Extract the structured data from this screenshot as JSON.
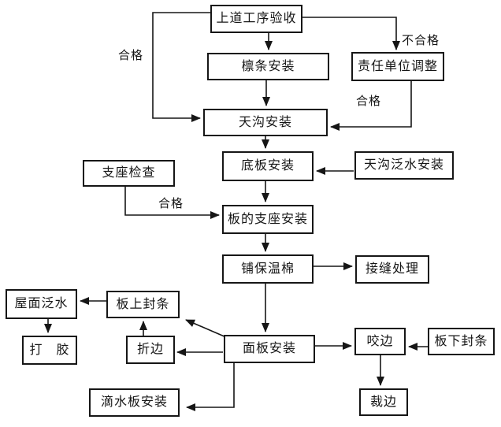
{
  "diagram": {
    "type": "flowchart",
    "language": "zh-CN",
    "background_color": "#ffffff",
    "line_color": "#161616",
    "nodes": {
      "previous_process_acceptance": {
        "label": "上道工序验收"
      },
      "purlin_installation": {
        "label": "檩条安装"
      },
      "responsible_unit_adjustment": {
        "label": "责任单位调整"
      },
      "gutter_installation": {
        "label": "天沟安装"
      },
      "bottom_board_installation": {
        "label": "底板安装"
      },
      "gutter_flashing_installation": {
        "label": "天沟泛水安装"
      },
      "support_check": {
        "label": "支座检查"
      },
      "board_support_installation": {
        "label": "板的支座安装"
      },
      "insulation_laying": {
        "label": "铺保温棉"
      },
      "seam_treatment": {
        "label": "接缝处理"
      },
      "roof_flashing": {
        "label": "屋面泛水"
      },
      "seal_strip_on_board": {
        "label": "板上封条"
      },
      "glue_application": {
        "label": "打　胶"
      },
      "edge_folding": {
        "label": "折边"
      },
      "panel_installation": {
        "label": "面板安装"
      },
      "edge_biting": {
        "label": "咬边"
      },
      "seal_strip_under_board": {
        "label": "板下封条"
      },
      "edge_trimming": {
        "label": "裁边"
      },
      "drip_board_installation": {
        "label": "滴水板安装"
      }
    },
    "edge_labels": {
      "qualified_top_left": "合格",
      "unqualified_top_right": "不合格",
      "qualified_right": "合格",
      "qualified_support": "合格"
    },
    "edges": [
      {
        "from": "previous_process_acceptance",
        "to": "purlin_installation",
        "label": ""
      },
      {
        "from": "previous_process_acceptance",
        "to": "responsible_unit_adjustment",
        "label": "不合格"
      },
      {
        "from": "previous_process_acceptance",
        "to": "gutter_installation",
        "label": "合格"
      },
      {
        "from": "purlin_installation",
        "to": "gutter_installation",
        "label": ""
      },
      {
        "from": "responsible_unit_adjustment",
        "to": "gutter_installation",
        "label": "合格"
      },
      {
        "from": "gutter_installation",
        "to": "bottom_board_installation",
        "label": ""
      },
      {
        "from": "gutter_flashing_installation",
        "to": "bottom_board_installation",
        "label": ""
      },
      {
        "from": "bottom_board_installation",
        "to": "board_support_installation",
        "label": ""
      },
      {
        "from": "support_check",
        "to": "board_support_installation",
        "label": "合格"
      },
      {
        "from": "board_support_installation",
        "to": "insulation_laying",
        "label": ""
      },
      {
        "from": "insulation_laying",
        "to": "seam_treatment",
        "label": ""
      },
      {
        "from": "insulation_laying",
        "to": "panel_installation",
        "label": ""
      },
      {
        "from": "panel_installation",
        "to": "edge_biting",
        "label": ""
      },
      {
        "from": "seal_strip_under_board",
        "to": "edge_biting",
        "label": ""
      },
      {
        "from": "edge_biting",
        "to": "edge_trimming",
        "label": ""
      },
      {
        "from": "panel_installation",
        "to": "seal_strip_on_board",
        "label": ""
      },
      {
        "from": "panel_installation",
        "to": "edge_folding",
        "label": ""
      },
      {
        "from": "edge_folding",
        "to": "seal_strip_on_board",
        "label": ""
      },
      {
        "from": "seal_strip_on_board",
        "to": "roof_flashing",
        "label": ""
      },
      {
        "from": "roof_flashing",
        "to": "glue_application",
        "label": ""
      },
      {
        "from": "panel_installation",
        "to": "drip_board_installation",
        "label": ""
      }
    ]
  }
}
